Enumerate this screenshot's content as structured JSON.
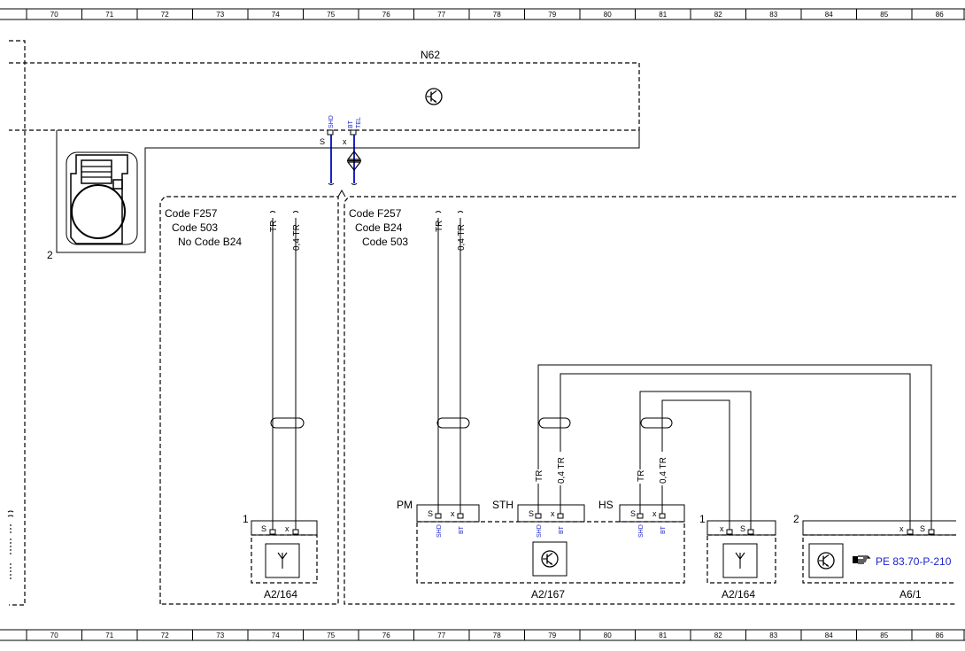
{
  "ruler": {
    "numbers": [
      "70",
      "71",
      "72",
      "73",
      "74",
      "75",
      "76",
      "77",
      "78",
      "79",
      "80",
      "81",
      "82",
      "83",
      "84",
      "85",
      "86"
    ]
  },
  "module": {
    "name": "N62",
    "pins": {
      "shd": "SHD",
      "bt": "BT",
      "tel": "TEL",
      "s": "S",
      "x": "x"
    }
  },
  "sensor": {
    "number": "2"
  },
  "groups": {
    "left": [
      "Code F257",
      "Code 503",
      "No  Code B24"
    ],
    "right": [
      "Code F257",
      "Code B24",
      "Code 503"
    ]
  },
  "wires": {
    "tr": "TR",
    "tr04": "0,4 TR"
  },
  "connector": {
    "s": "S",
    "x": "x",
    "shd": "SHD",
    "bt": "BT"
  },
  "sections": {
    "pm": "PM",
    "sth": "STH",
    "hs": "HS"
  },
  "components": {
    "a2_164_left": {
      "number": "1",
      "name": "A2/164"
    },
    "a2_167": {
      "name": "A2/167"
    },
    "a2_164_right": {
      "number": "1",
      "name": "A2/164"
    },
    "a6_1": {
      "number": "2",
      "name": "A6/1",
      "reference": "PE 83.70-P-210"
    }
  },
  "colors": {
    "shield_wire": "#1a24c8",
    "pin_label": "#1a24c8",
    "line": "#000000"
  },
  "icons": [
    "transistor-icon",
    "antenna-icon",
    "connector-plug-icon",
    "reference-hand-icon",
    "ground-symbol-icon"
  ]
}
